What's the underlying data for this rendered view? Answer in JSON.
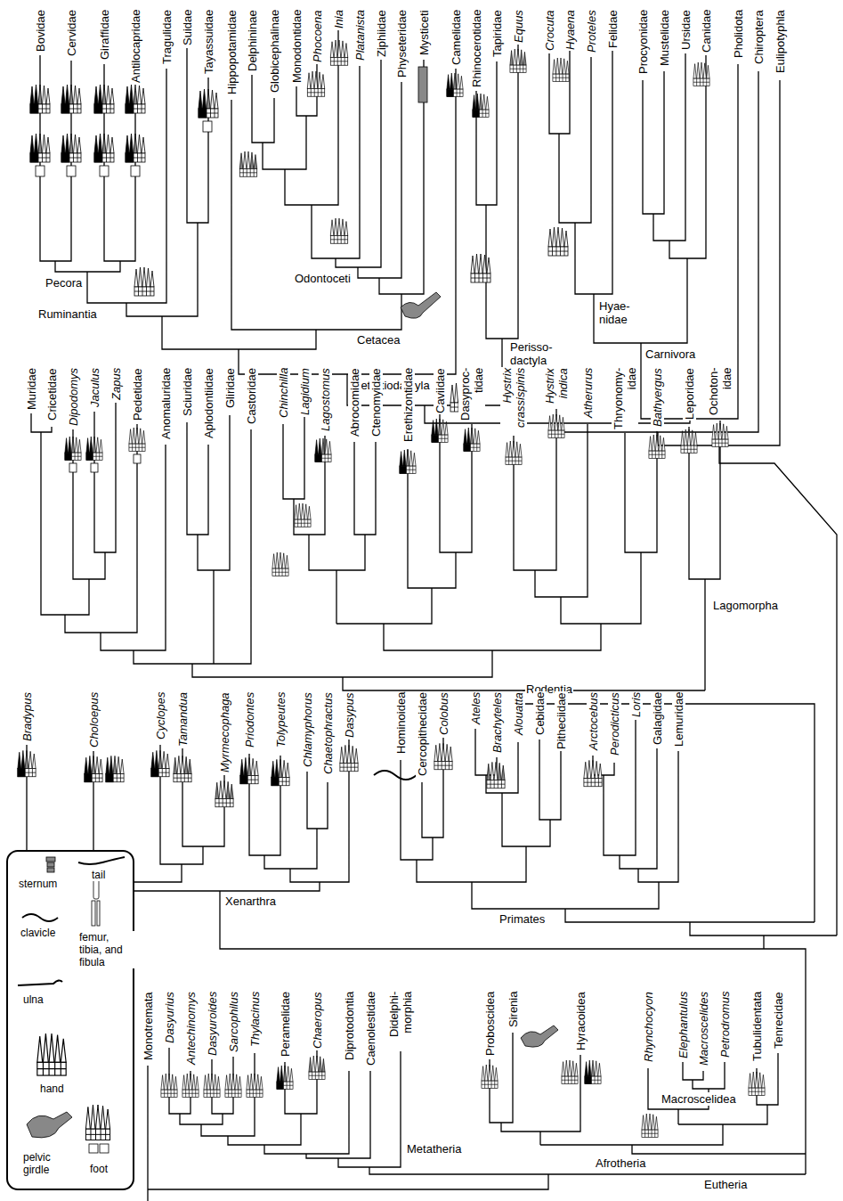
{
  "diagram": {
    "labels": [
      "Bovidae",
      "Cervidae",
      "Giraffidae",
      "Antilocapridae",
      "Tragulidae",
      "Suidae",
      "Tayassuidae",
      "Hippopotamidae",
      "Delphininae",
      "Globicephalinae",
      "Monodontidae",
      "Phocoena",
      "Inia",
      "Platanista",
      "Ziphiidae",
      "Physeteridae",
      "Mysticeti",
      "Camelidae",
      "Rhinocerotidae",
      "Tapiridae",
      "Equus",
      "Crocuta",
      "Hyaena",
      "Proteles",
      "Felidae",
      "Procyonidae",
      "Mustelidae",
      "Ursidae",
      "Canidae",
      "Pholidota",
      "Chiroptera",
      "Eulipotyphla",
      "Pecora",
      "Ruminantia",
      "Odontoceti",
      "Cetacea",
      "Cetartiodactyla",
      "Perisso- dactyla",
      "Hyae- nidae",
      "Carnivora",
      "Muridae",
      "Cricetidae",
      "Dipodomys",
      "Jaculus",
      "Zapus",
      "Pedetidae",
      "Anomaluridae",
      "Sciuridae",
      "Aplodontiidae",
      "Gliridae",
      "Castoridae",
      "Chinchilla",
      "Lagidium",
      "Lagostomus",
      "Abrocomidae",
      "Ctenomyidae",
      "Erethizontidae",
      "Caviidae",
      "Dasyproc- tidae",
      "Hystrix crassispinis",
      "Hystrix indica",
      "Atherurus",
      "Thryonomy- idae",
      "Bathyergus",
      "Leporidae",
      "Ochoton- idae",
      "Lagomorpha",
      "Rodentia",
      "Bradypus",
      "Choloepus",
      "Cyclopes",
      "Tamandua",
      "Myrmecophaga",
      "Priodontes",
      "Tolypeutes",
      "Chlamyphorus",
      "Chaetophractus",
      "Dasypus",
      "Hominoidea",
      "Cercopithecidae",
      "Colobus",
      "Ateles",
      "Brachyteles",
      "Alouatta",
      "Cebidae",
      "Pitheciidae",
      "Arctocebus",
      "Perodicticus",
      "Loris",
      "Galagidae",
      "Lemuridae",
      "Xenarthra",
      "Primates",
      "Monotremata",
      "Dasyurius",
      "Antechinomys",
      "Dasyuroides",
      "Sarcophilus",
      "Thylacinus",
      "Peramelidae",
      "Chaeropus",
      "Diprotodontia",
      "Caenolestidae",
      "Didelphi- morphia",
      "Proboscidea",
      "Sirenia",
      "Hyracoidea",
      "Rhynchocyon",
      "Elephantulus",
      "Macroscelides",
      "Petrodromus",
      "Tubulidentata",
      "Tenrecidae",
      "Metatheria",
      "Afrotheria",
      "Eutheria",
      "Macroscelidea"
    ],
    "legend": [
      {
        "text": "sternum"
      },
      {
        "text": "tail"
      },
      {
        "text": "clavicle"
      },
      {
        "text": "femur, tibia, and fibula"
      },
      {
        "text": "ulna"
      },
      {
        "text": "hand"
      },
      {
        "text": "pelvic girdle"
      },
      {
        "text": "foot"
      }
    ]
  }
}
